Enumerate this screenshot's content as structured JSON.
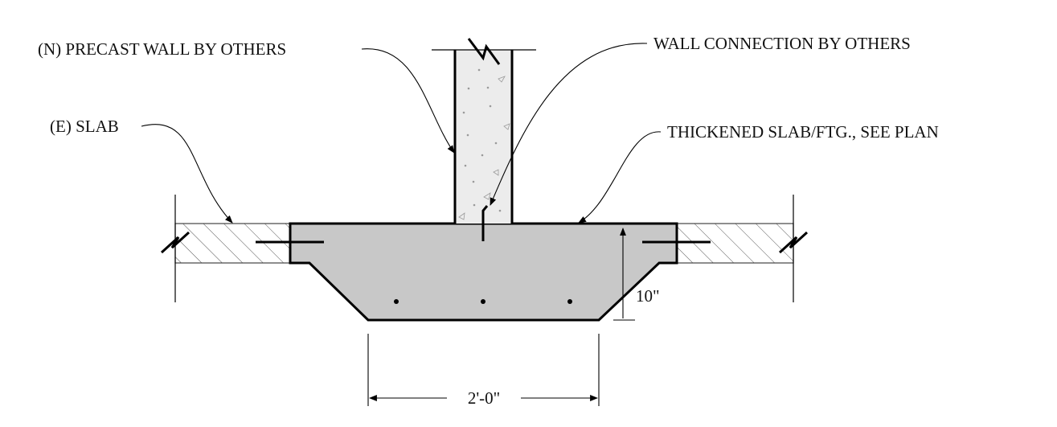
{
  "labels": {
    "precast_wall": "(N) PRECAST WALL BY OTHERS",
    "existing_slab": "(E) SLAB",
    "wall_connection": "WALL CONNECTION BY OTHERS",
    "thickened_slab": "THICKENED SLAB/FTG., SEE PLAN"
  },
  "dimensions": {
    "depth": "10\"",
    "width": "2'-0\""
  },
  "colors": {
    "concrete_fill": "#c8c8c8",
    "hatch": "#555555",
    "line": "#000000"
  }
}
